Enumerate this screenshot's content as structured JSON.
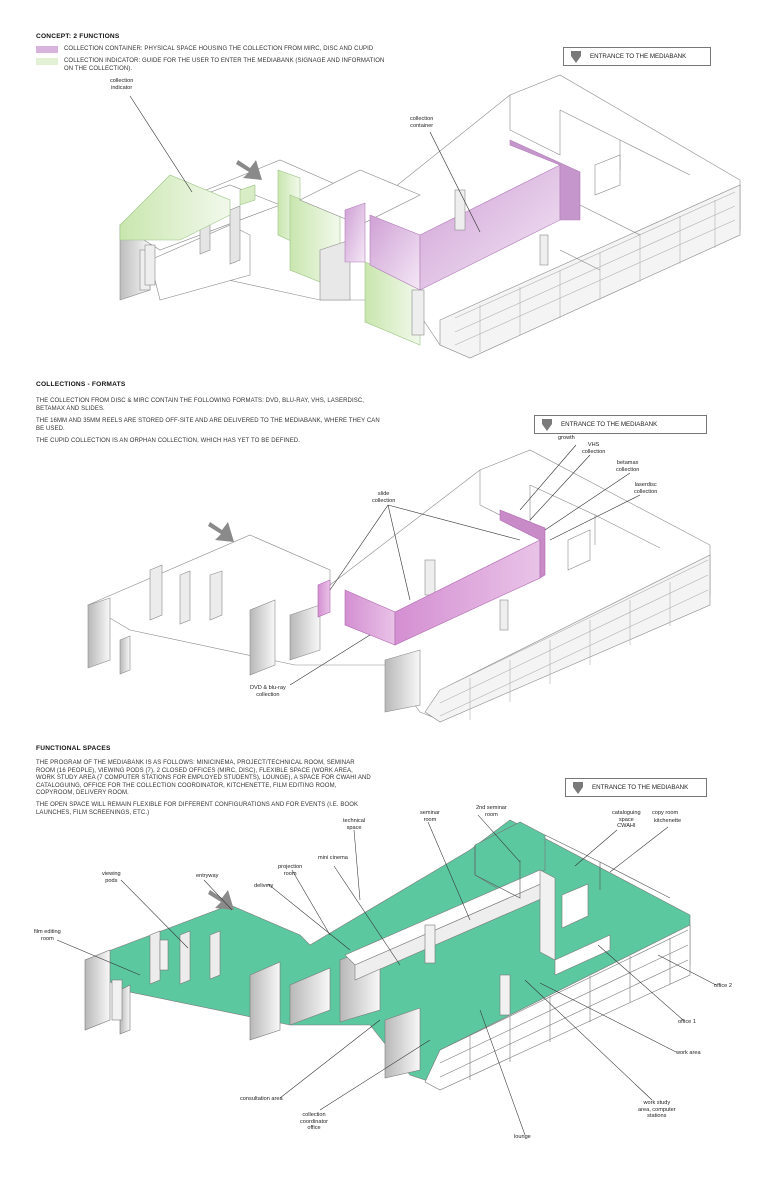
{
  "colors": {
    "container": "#d8b4dc",
    "container_dark": "#b77fbd",
    "indicator": "#cfe8b6",
    "functional": "#5cc8a0",
    "line": "#666666"
  },
  "section1": {
    "heading": "CONCEPT: 2 FUNCTIONS",
    "legend": [
      {
        "text": "COLLECTION CONTAINER: PHYSICAL SPACE HOUSING THE COLLECTION FROM MIRC, DISC AND CUPID",
        "color_key": "container"
      },
      {
        "text": "COLLECTION INDICATOR: GUIDE FOR THE USER TO ENTER THE MEDIABANK (SIGNAGE AND INFORMATION ON THE COLLECTION).",
        "color_key": "indicator"
      }
    ],
    "entrance_label": "ENTRANCE TO THE MEDIABANK",
    "labels": {
      "indicator": "collection\nindicator",
      "container": "collection\ncontainer"
    }
  },
  "section2": {
    "heading": "COLLECTIONS - FORMATS",
    "paragraphs": [
      "THE COLLECTION FROM DISC & MIRC CONTAIN THE FOLLOWING FORMATS: DVD, BLU-RAY, VHS, LASERDISC, BETAMAX AND SLIDES.",
      "THE 16MM AND 35MM REELS ARE STORED OFF-SITE AND ARE DELIVERED TO THE MEDIABANK, WHERE THEY CAN BE USED.",
      "THE CUPID COLLECTION IS AN ORPHAN COLLECTION, WHICH HAS YET TO BE DEFINED."
    ],
    "entrance_label": "ENTRANCE TO THE MEDIABANK",
    "labels": {
      "growth": "growth",
      "vhs": "VHS\ncollection",
      "betamax": "betamax\ncollection",
      "laserdisc": "laserdisc\ncollection",
      "slide": "slide\ncollection",
      "dvd": "DVD & blu-ray\ncollection"
    }
  },
  "section3": {
    "heading": "FUNCTIONAL SPACES",
    "paragraphs": [
      "THE PROGRAM OF THE MEDIABANK IS AS FOLLOWS: MINICINEMA, PROJECT/TECHNICAL ROOM, SEMINAR ROOM (16 PEOPLE), VIEWING PODS (7), 2 CLOSED OFFICES (MIRC, DISC), FLEXIBLE SPACE (WORK AREA, WORK STUDY AREA (7 COMPUTER STATIONS FOR EMPLOYED STUDENTS), LOUNGE), A SPACE FOR CWAHI AND CATALOGUING, OFFICE FOR THE COLLECTION COORDINATOR, KITCHENETTE, FILM EDITING ROOM, COPYROOM, DELIVERY ROOM.",
      "THE OPEN SPACE WILL REMAIN FLEXIBLE FOR DIFFERENT CONFIGURATIONS AND FOR EVENTS (I.E. BOOK LAUNCHES, FILM SCREENINGS, ETC.)"
    ],
    "entrance_label": "ENTRANCE TO THE MEDIABANK",
    "labels": {
      "second_seminar": "2nd seminar\nroom",
      "technical": "technical\nspace",
      "seminar": "seminar\nroom",
      "cataloguing": "cataloguing\nspace\nCWAHI",
      "copy": "copy room",
      "kitchenette": "kitchenette",
      "mini_cinema": "mini cinema",
      "projection": "projection\nroom",
      "delivery": "delivery",
      "viewing_pods": "viewing\npods",
      "entryway": "entryway",
      "film_editing": "film editing\nroom",
      "office2": "office 2",
      "office1": "office 1",
      "work_area": "work area",
      "work_study": "work study\narea, computer\nstations",
      "consultation": "consultation area",
      "coordinator": "collection\ncoordinator\noffice",
      "lounge": "lounge"
    }
  }
}
